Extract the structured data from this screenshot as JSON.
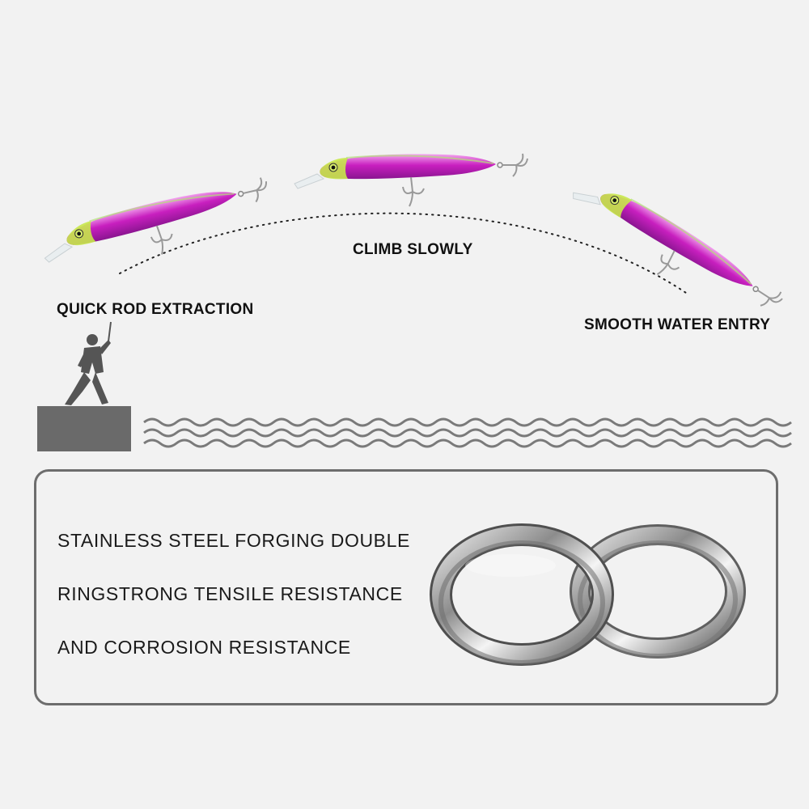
{
  "stages": {
    "quick": "QUICK ROD EXTRACTION",
    "climb": "CLIMB SLOWLY",
    "smooth": "SMOOTH WATER ENTRY"
  },
  "features": [
    "STAINLESS STEEL FORGING DOUBLE",
    "RINGSTRONG TENSILE RESISTANCE",
    "AND CORROSION RESISTANCE"
  ],
  "colors": {
    "lure_body": "#c026b8",
    "lure_head": "#c8e84a",
    "ground": "#6a6a6a",
    "waves": "#7a7a7a",
    "ring_steel": "#9a9a9a"
  },
  "icons": [
    "fishing-lure",
    "angler-silhouette",
    "treble-hook",
    "split-ring"
  ]
}
